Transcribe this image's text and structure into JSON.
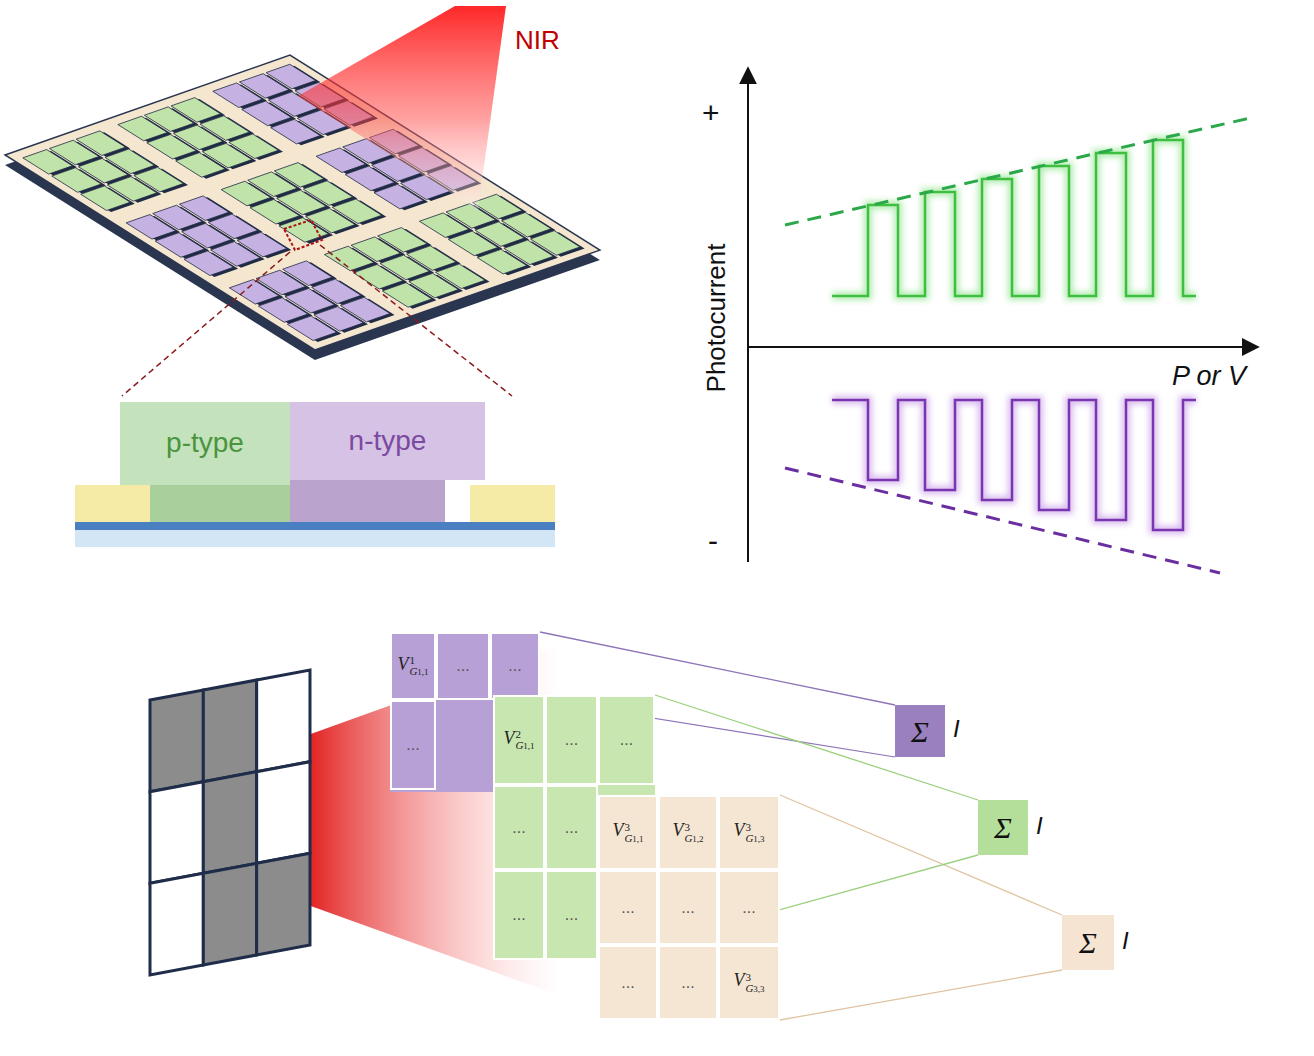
{
  "diagram": {
    "nodes": [
      {
        "text": [
          "p-type"
        ]
      },
      {
        "text": [
          "n-type"
        ]
      },
      {
        "text": [
          "VG1,11"
        ]
      },
      {
        "text": [
          "..."
        ]
      },
      {
        "text": [
          "..."
        ]
      },
      {
        "text": [
          "..."
        ]
      },
      {
        "text": [
          "VG1,12"
        ]
      },
      {
        "text": [
          "..."
        ]
      },
      {
        "text": [
          "..."
        ]
      },
      {
        "text": [
          "..."
        ]
      },
      {
        "text": [
          "..."
        ]
      },
      {
        "text": [
          "..."
        ]
      },
      {
        "text": [
          "..."
        ]
      },
      {
        "text": [
          "VG1,13"
        ]
      },
      {
        "text": [
          "VG1,23"
        ]
      },
      {
        "text": [
          "VG1,33"
        ]
      },
      {
        "text": [
          "..."
        ]
      },
      {
        "text": [
          "..."
        ]
      },
      {
        "text": [
          "..."
        ]
      },
      {
        "text": [
          "..."
        ]
      },
      {
        "text": [
          "..."
        ]
      },
      {
        "text": [
          "VG3,33"
        ]
      },
      {
        "text": [
          "Σ",
          "I"
        ]
      },
      {
        "text": [
          "Σ",
          "I"
        ]
      },
      {
        "text": [
          "Σ",
          "I"
        ]
      }
    ],
    "edges": [
      {
        "from": 4,
        "to": 22,
        "arrow": "none"
      },
      {
        "from": 8,
        "to": 23,
        "arrow": "none"
      },
      {
        "from": 15,
        "to": 24,
        "arrow": "none"
      },
      {
        "from": 21,
        "to": 24,
        "arrow": "none"
      },
      {
        "from": 12,
        "to": 23,
        "arrow": "none"
      }
    ],
    "labels": [
      "NIR",
      "+",
      "-",
      "Photocurrent",
      "P or V"
    ]
  }
}
